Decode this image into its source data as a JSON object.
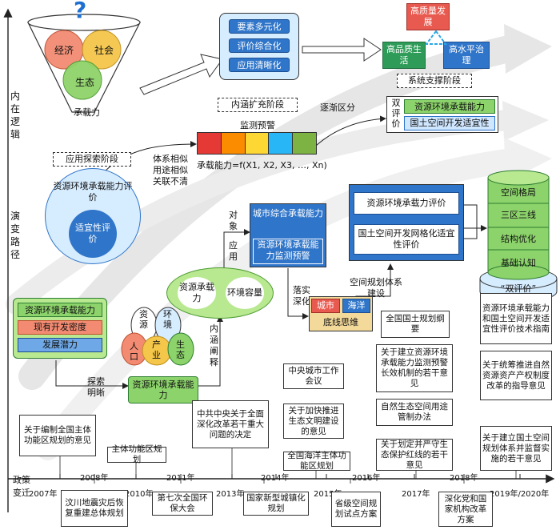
{
  "left_labels": {
    "inner_logic": "内在逻辑",
    "evolution_path": "演变路径",
    "policy_change": "政策变迁"
  },
  "funnel": {
    "question_mark": "?",
    "economy": "经济",
    "society": "社会",
    "ecology": "生态",
    "carrying": "承载力"
  },
  "top_center": {
    "items": [
      "要素多元化",
      "评价综合化",
      "应用清晰化"
    ]
  },
  "triangle": {
    "top": "高质量发展",
    "left": "高品质生活",
    "right": "高水平治理"
  },
  "stages": {
    "system_support": "系统支撑阶段",
    "connotation_expansion": "内涵扩充阶段",
    "application_exploration": "应用探索阶段"
  },
  "monitoring": {
    "title": "监测预警",
    "formula": "承载能力=f(X1, X2, X3, …, Xn)",
    "colors": [
      "#e53935",
      "#fb8c00",
      "#fdd835",
      "#29b6f6",
      "#7cb342"
    ]
  },
  "gradual_distinction": "逐渐区分",
  "dual_eval": {
    "label": "双评价",
    "items": [
      "资源环境承载能力",
      "国土空间开发适宜性"
    ]
  },
  "system_similar": "体系相似用途相似关联不清",
  "big_circle": {
    "title": "资源环境承载能力评价",
    "inner": "适宜性评价"
  },
  "object_apply": {
    "object": "对象",
    "apply": "应用"
  },
  "city_box": {
    "title": "城市综合承载能力",
    "sub": "资源环境承载能力监测预警"
  },
  "ellipse": {
    "left": "资源承载力",
    "right": "环境容量"
  },
  "implement_deepen": "落实深化",
  "spatial_planning": "空间规划体系建设",
  "zone_box": {
    "city": "城市",
    "ocean": "海洋",
    "bottom": "底线思维"
  },
  "right_eval": {
    "items": [
      "资源环境承载力评价",
      "国土空间开发网格化适宜性评价"
    ]
  },
  "cylinder": {
    "layers": [
      "空间格局",
      "三区三线",
      "结构优化",
      "基础认知"
    ],
    "base": "“双评价”"
  },
  "green_left": {
    "items": [
      "资源环境承载能力",
      "现有开发密度",
      "发展潜力"
    ]
  },
  "petals": [
    "资源",
    "环境",
    "人口",
    "产业",
    "生态"
  ],
  "center_green": "资源环境承载能力",
  "explore_clear": "探索明晰",
  "connotation_interpret": "内涵阐释",
  "axis_label": "",
  "years": [
    "2007年",
    "2008年",
    "2010年",
    "2011年",
    "2013年",
    "2014年",
    "2015年",
    "2016年",
    "2017年",
    "2018年",
    "2019年/2020年"
  ],
  "policies_top": [
    "关于编制全国主体功能区规划的意见",
    "主体功能区规划",
    "中共中央关于全面深化改革若干重大问题的决定",
    "中央城市工作会议",
    "关于加快推进生态文明建设的意见",
    "全国海洋主体功能区规划",
    "全国国土规划纲要",
    "关于建立资源环境承载能力监测预警长效机制的若干意见",
    "自然生态空间用途管制办法",
    "关于划定并严守生态保护红线的若干意见",
    "资源环境承载能力和国土空间开发适宜性评价技术指南",
    "关于统筹推进自然资源资产产权制度改革的指导意见",
    "关于建立国土空间规划体系并监督实施的若干意见"
  ],
  "policies_bottom": [
    "汶川地震灾后恢复重建总体规划",
    "第七次全国环保大会",
    "国家新型城镇化规划",
    "省级空间规划试点方案",
    "深化党和国家机构改革方案"
  ]
}
